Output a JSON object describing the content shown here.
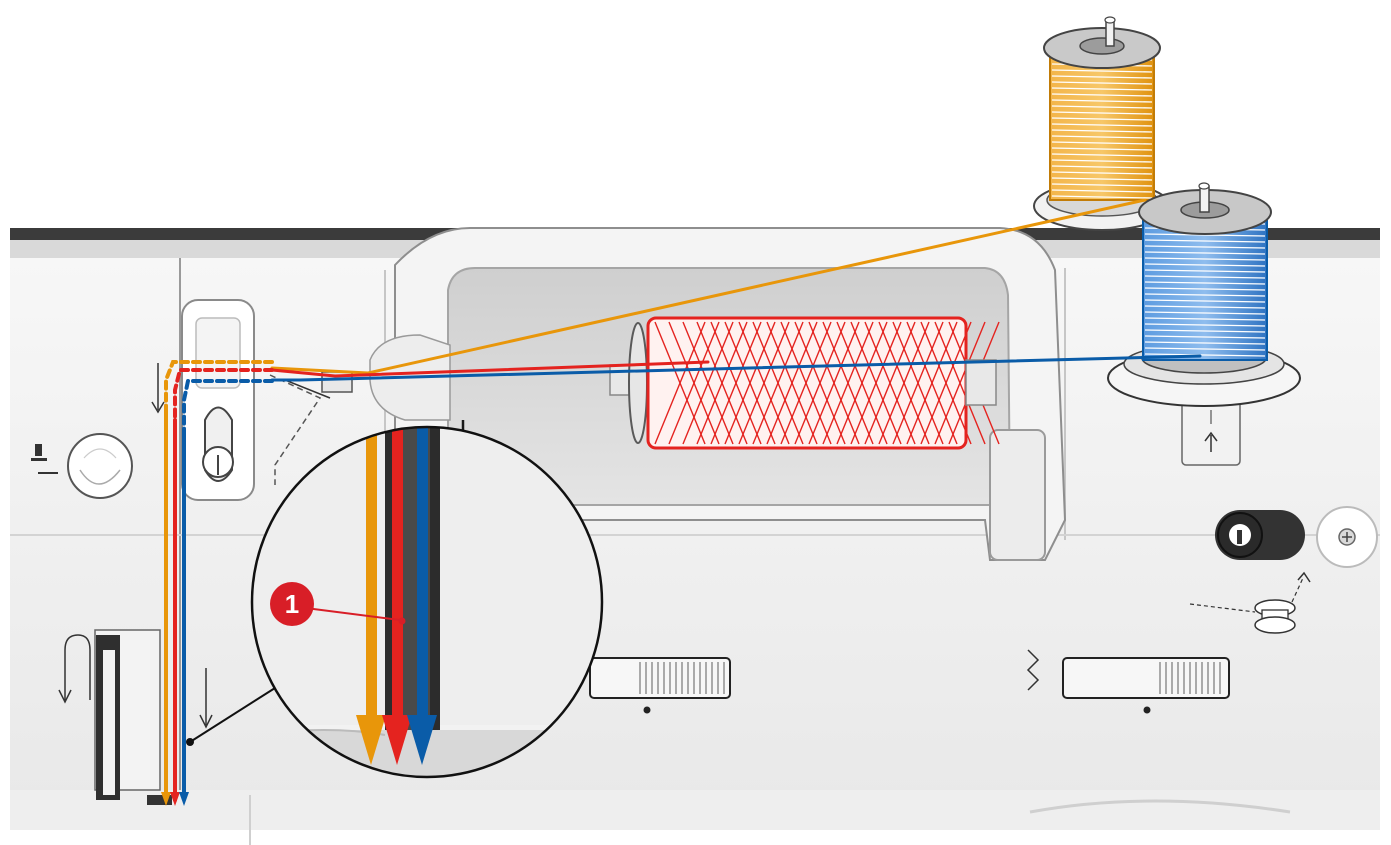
{
  "diagram": {
    "callouts": [
      {
        "number": "1",
        "target": "thread-guide-slot"
      }
    ],
    "threads": [
      {
        "name": "orange",
        "color": "#E8960A"
      },
      {
        "name": "red",
        "color": "#E4231F"
      },
      {
        "name": "blue",
        "color": "#0A5CA8"
      }
    ],
    "colors": {
      "machine_body": "#F2F2F2",
      "machine_dark": "#3A3A3A",
      "panel_grey": "#DADADA",
      "callout_red": "#D81E27",
      "outline": "#1A1A1A"
    },
    "icons": [
      "presser-foot-icon",
      "zigzag-icon",
      "bobbin-icon",
      "screw-icon"
    ]
  }
}
